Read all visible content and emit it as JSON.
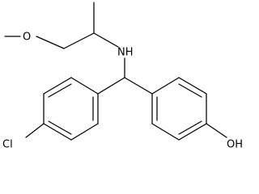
{
  "atoms": {
    "oxygen_methoxy": "O",
    "nitrogen_amine": "NH",
    "chlorine": "Cl",
    "hydroxyl": "OH"
  },
  "colors": {
    "bond": "#000000",
    "label": "#000000",
    "background": "#ffffff"
  }
}
